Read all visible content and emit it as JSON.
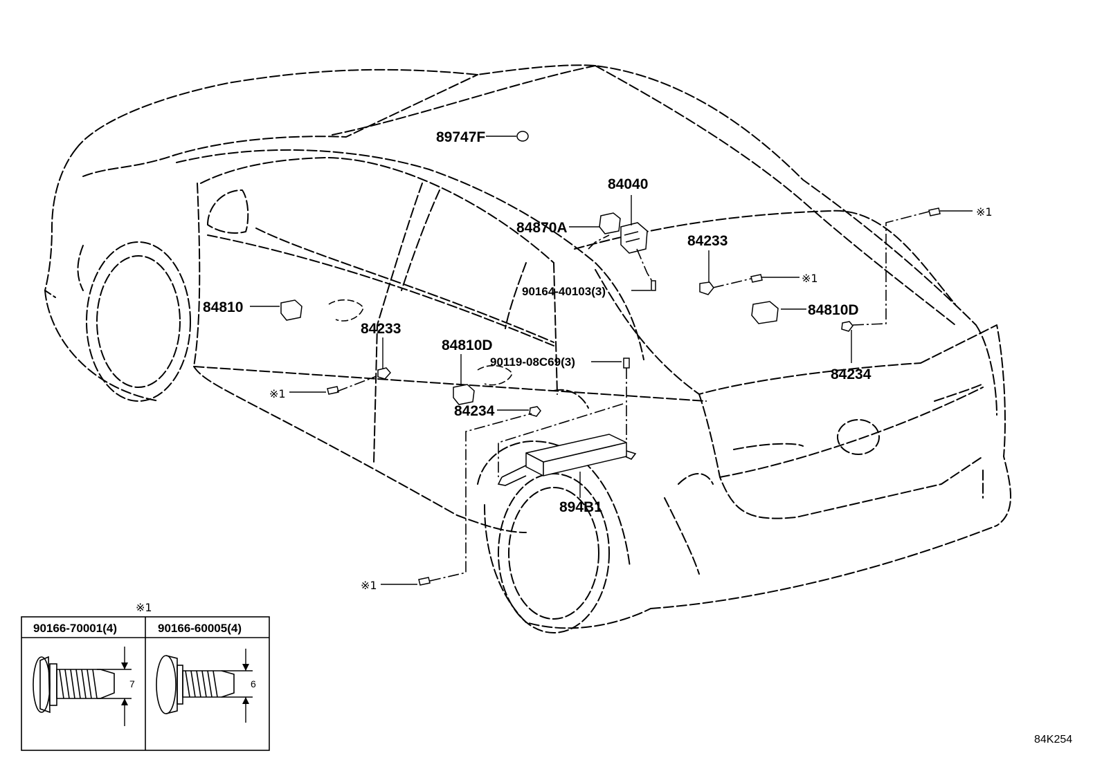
{
  "diagram_code": "84K254",
  "note_mark": "※1",
  "callouts": {
    "p89747F": "89747F",
    "p84040": "84040",
    "p84870A": "84870A",
    "p84233_top": "84233",
    "p90164": "90164-40103(3)",
    "p84810": "84810",
    "p84233_door": "84233",
    "p84810D_right": "84810D",
    "p84810D_left": "84810D",
    "p90119": "90119-08C69(3)",
    "p84234_right": "84234",
    "p84234_left": "84234",
    "p894B1": "894B1"
  },
  "screw_table": {
    "title": "※1",
    "columns": [
      {
        "part": "90166-70001(4)",
        "dimension": "7"
      },
      {
        "part": "90166-60005(4)",
        "dimension": "6"
      }
    ]
  }
}
